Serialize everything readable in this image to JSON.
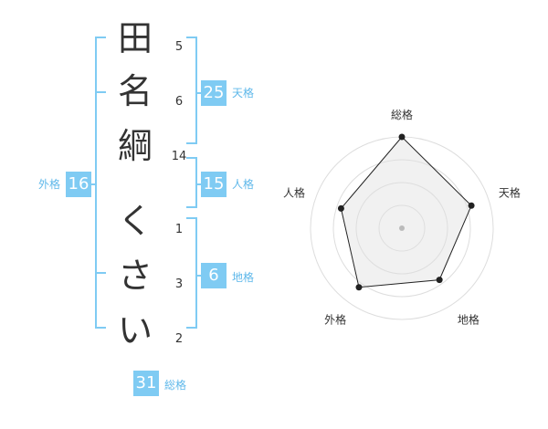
{
  "name": {
    "chars": [
      "田",
      "名",
      "綱",
      "く",
      "さ",
      "い"
    ],
    "strokes": [
      "5",
      "6",
      "14",
      "1",
      "3",
      "2"
    ]
  },
  "kaku": {
    "tenkaku": {
      "label": "天格",
      "value": "25"
    },
    "jinkaku": {
      "label": "人格",
      "value": "15"
    },
    "chikaku": {
      "label": "地格",
      "value": "6"
    },
    "gaikaku": {
      "label": "外格",
      "value": "16"
    },
    "soukaku": {
      "label": "総格",
      "value": "31"
    }
  },
  "colors": {
    "accent": "#7fcbf3",
    "text": "#333333"
  },
  "chart_data": {
    "type": "radar",
    "axes": [
      "総格",
      "天格",
      "地格",
      "外格",
      "人格"
    ],
    "values": [
      5,
      4,
      3.5,
      4,
      3.5
    ],
    "max": 5,
    "rings": 4
  }
}
